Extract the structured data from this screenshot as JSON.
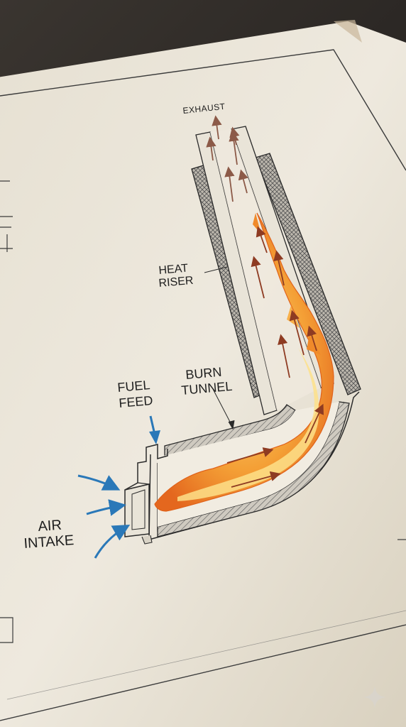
{
  "labels": {
    "exhaust": "EXHAUST",
    "heat_riser_1": "HEAT",
    "heat_riser_2": "RISER",
    "fuel_feed_1": "FUEL",
    "fuel_feed_2": "FEED",
    "burn_tunnel_1": "BURN",
    "burn_tunnel_2": "TUNNEL",
    "air_intake_1": "AIR",
    "air_intake_2": "INTAKE"
  },
  "colors": {
    "paper": "#ece7db",
    "ink": "#2a2a2a",
    "flame_outer": "#f08a2a",
    "flame_inner": "#fbc65a",
    "air_arrow": "#2a78b8",
    "hot_arrow": "#a24a2a"
  },
  "icons": [
    "sparkle-icon"
  ]
}
